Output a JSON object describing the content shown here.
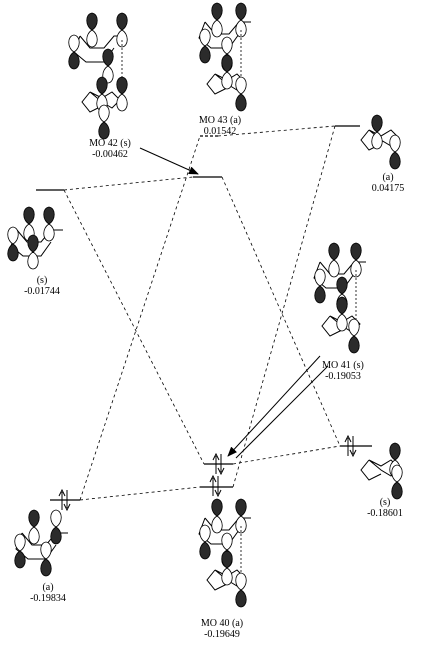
{
  "orbitals": {
    "mo42": {
      "name": "MO 42 (s)",
      "energy": "-0.00462"
    },
    "mo43": {
      "name": "MO 43 (a)",
      "energy": "0.01542"
    },
    "frag_a_right": {
      "name": "(a)",
      "energy": "0.04175"
    },
    "frag_s_left": {
      "name": "(s)",
      "energy": "-0.01744"
    },
    "mo41": {
      "name": "MO 41 (s)",
      "energy": "-0.19053"
    },
    "frag_s_right": {
      "name": "(s)",
      "energy": "-0.18601"
    },
    "frag_a_left": {
      "name": "(a)",
      "energy": "-0.19834"
    },
    "mo40": {
      "name": "MO 40 (a)",
      "energy": "-0.19649"
    }
  },
  "colors": {
    "line": "#000000",
    "lobe_dark": "#2b2b2b",
    "lobe_light": "#ffffff"
  }
}
